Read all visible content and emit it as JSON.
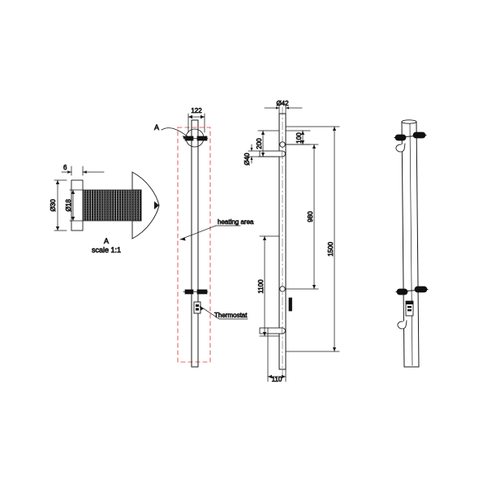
{
  "drawing": {
    "background_color": "#ffffff",
    "line_color": "#1a1a1a",
    "construction_color": "#e23a3a",
    "views": {
      "detail": {
        "name": "detail-view-a",
        "callout_label": "A",
        "scale_label": "scale 1:1",
        "dimensions": {
          "flange_thickness": "6",
          "outer_diameter": "Ø30",
          "inner_diameter": "Ø18"
        }
      },
      "front": {
        "name": "front-view",
        "callout_label": "A",
        "dimensions": {
          "bracket_width": "122"
        },
        "annotations": {
          "heating_area": "heating area",
          "thermostat": "Thermostat"
        }
      },
      "side": {
        "name": "side-view",
        "dimensions": {
          "tube_diameter": "Ø42",
          "bracket_diameter": "Ø40",
          "top_offset": "100",
          "upper_span": "200",
          "heated_length": "980",
          "lower_span": "1100",
          "overall_height": "1500",
          "base_width": "110"
        }
      },
      "iso": {
        "name": "isometric-view"
      }
    }
  }
}
